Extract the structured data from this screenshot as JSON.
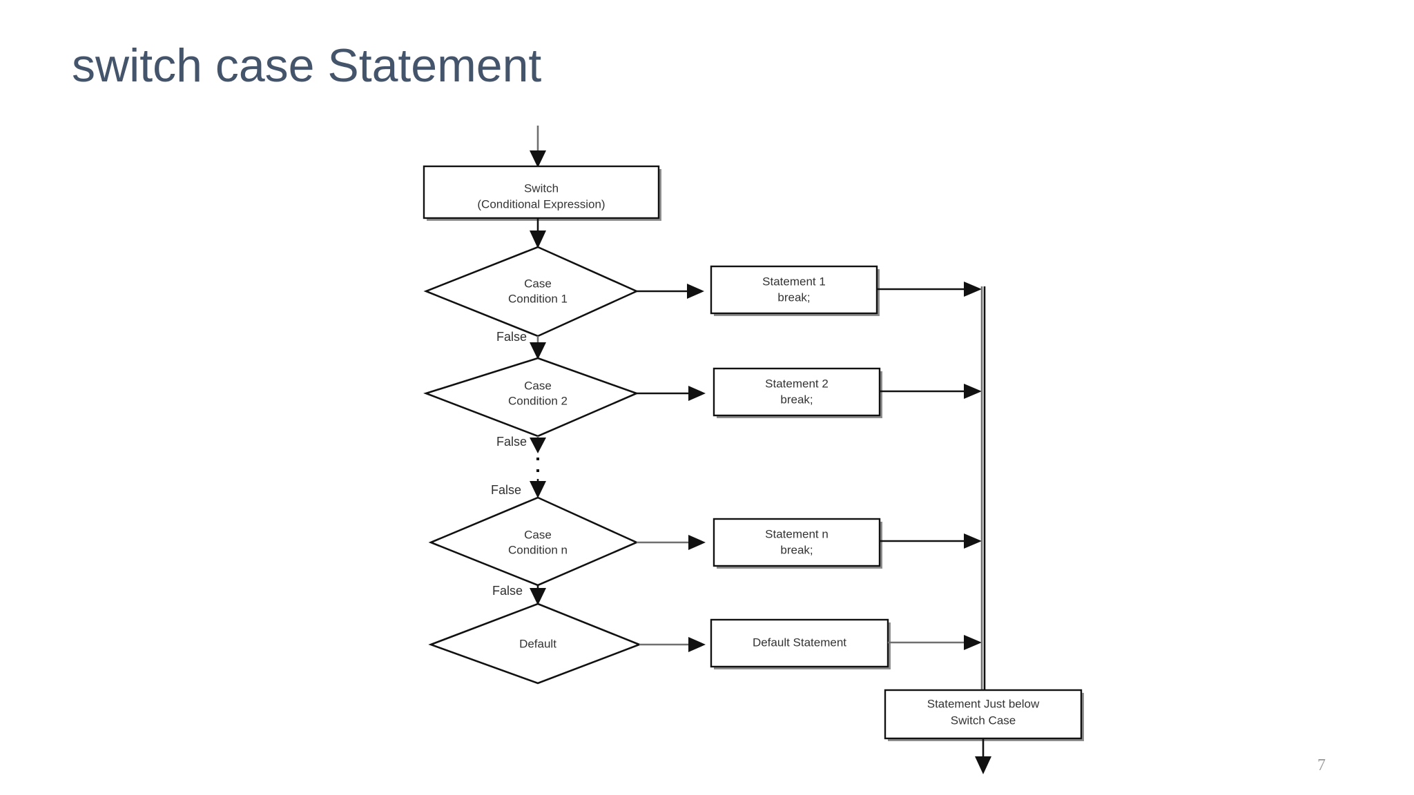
{
  "slide": {
    "title": "switch case Statement",
    "page_number": "7",
    "title_color": "#44546A",
    "background_color": "#FFFFFF",
    "page_number_color": "#9A9A9A"
  },
  "diagram": {
    "type": "flowchart",
    "name": "switch-case-flowchart",
    "shape_line_color": "#111111",
    "shape_fill_color": "#FFFFFF",
    "shadow_color": "#8D8D8D",
    "nodes": {
      "switch_box": {
        "line1": "Switch",
        "line2": "(Conditional Expression)"
      },
      "case_1": {
        "line1": "Case",
        "line2": "Condition 1"
      },
      "case_2": {
        "line1": "Case",
        "line2": "Condition 2"
      },
      "case_n": {
        "line1": "Case",
        "line2": "Condition n"
      },
      "default_diamond": {
        "line1": "Default",
        "line2": ""
      },
      "statement_1": {
        "line1": "Statement 1",
        "line2": "break;"
      },
      "statement_2": {
        "line1": "Statement 2",
        "line2": "break;"
      },
      "statement_n": {
        "line1": "Statement n",
        "line2": "break;"
      },
      "default_statement": {
        "line1": "Default Statement",
        "line2": ""
      },
      "after_switch": {
        "line1": "Statement Just below",
        "line2": "Switch Case"
      }
    },
    "edge_labels": {
      "false_1": "False",
      "false_2": "False",
      "false_3": "False",
      "false_4": "False"
    },
    "ellipsis": "vertical-dots"
  }
}
